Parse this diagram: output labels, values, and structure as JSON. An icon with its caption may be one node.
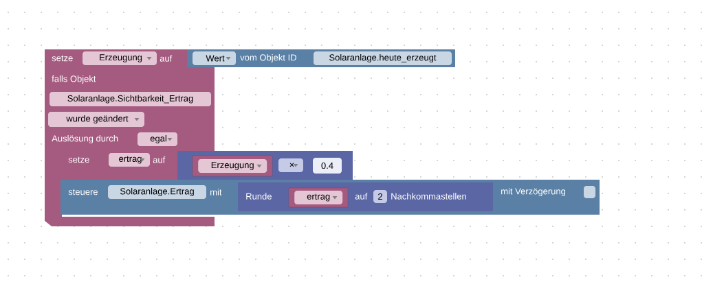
{
  "diagram": {
    "nodes": [
      {
        "text": [
          "setze",
          "auf"
        ]
      },
      {
        "text": [
          "Erzeugung"
        ],
        "in": 0
      },
      {
        "text": [
          "vom Objekt ID"
        ]
      },
      {
        "text": [
          "Wert"
        ],
        "in": 2
      },
      {
        "text": [
          "Solaranlage.heute_erzeugt"
        ],
        "in": 2
      },
      {
        "text": [
          "falls Objekt",
          "Auslösung durch"
        ]
      },
      {
        "text": [
          "Solaranlage.Sichtbarkeit_Ertrag"
        ],
        "in": 5
      },
      {
        "text": [
          "wurde geändert"
        ],
        "in": 5
      },
      {
        "text": [
          "egal"
        ],
        "in": 5
      },
      {
        "text": [
          "setze",
          "auf"
        ],
        "in": 5
      },
      {
        "text": [
          "ertrag"
        ],
        "in": 9
      },
      {
        "text": [],
        "shape": "box"
      },
      {
        "text": [
          "Erzeugung"
        ],
        "in": 11
      },
      {
        "text": [
          "×"
        ],
        "in": 11
      },
      {
        "text": [
          "0.4"
        ],
        "in": 11
      },
      {
        "text": [
          "steuere",
          "mit",
          "mit Verzögerung"
        ]
      },
      {
        "text": [
          "Solaranlage.Ertrag"
        ],
        "in": 15
      },
      {
        "text": [
          "Runde",
          "auf",
          "Nachkommastellen"
        ],
        "in": 15
      },
      {
        "text": [
          "ertrag"
        ],
        "in": 17
      },
      {
        "text": [
          "2"
        ],
        "in": 17
      },
      {
        "text": [],
        "shape": "box",
        "in": 15
      }
    ]
  }
}
